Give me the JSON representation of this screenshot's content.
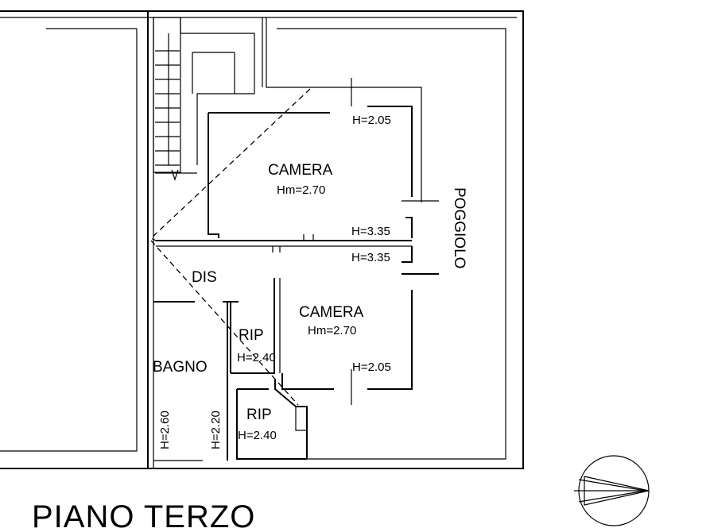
{
  "plan": {
    "title": "PIANO TERZO",
    "rooms": {
      "camera_top": {
        "name": "CAMERA",
        "height": "Hm=2.70"
      },
      "camera_bottom": {
        "name": "CAMERA",
        "height": "Hm=2.70"
      },
      "dis": {
        "name": "DIS"
      },
      "rip_upper": {
        "name": "RIP",
        "height": "H=2.40"
      },
      "rip_lower": {
        "name": "RIP",
        "height": "H=2.40"
      },
      "bagno": {
        "name": "BAGNO",
        "height_left": "H=2.60",
        "height_right": "H=2.20"
      },
      "poggiolo": {
        "name": "POGGIOLO"
      }
    },
    "heights": {
      "top_right": "H=2.05",
      "mid_upper": "H=3.35",
      "mid_lower": "H=3.35",
      "bottom_right": "H=2.05"
    }
  }
}
